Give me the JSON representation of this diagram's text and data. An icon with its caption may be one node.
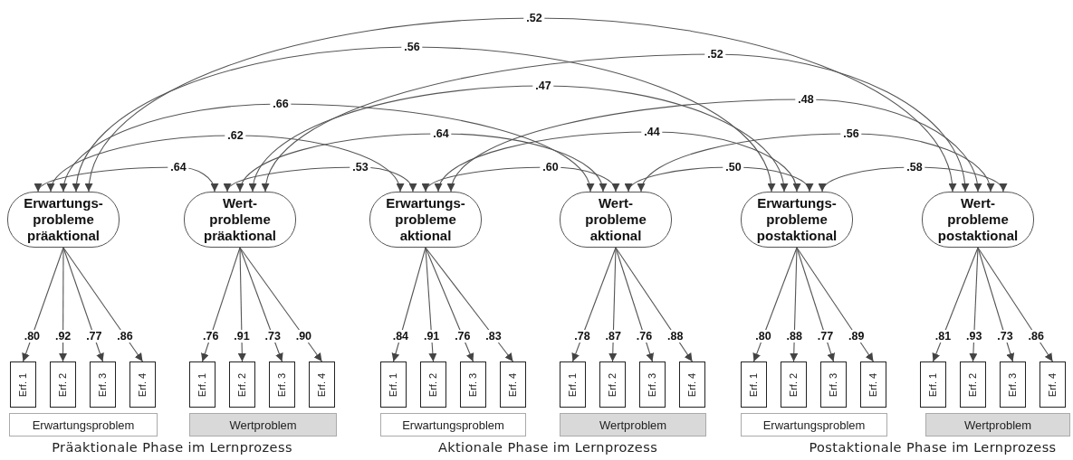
{
  "diagram": {
    "nodes": [
      {
        "text": [
          "Erwartungs- probleme präaktional"
        ]
      },
      {
        "text": [
          "Wert- probleme präaktional"
        ]
      },
      {
        "text": [
          "Erwartungs- probleme aktional"
        ]
      },
      {
        "text": [
          "Wert- probleme aktional"
        ]
      },
      {
        "text": [
          "Erwartungs- probleme postaktional"
        ]
      },
      {
        "text": [
          "Wert- probleme postaktional"
        ]
      },
      {
        "text": [
          "Erf. 1"
        ]
      },
      {
        "text": [
          "Erf. 2"
        ]
      },
      {
        "text": [
          "Erf. 3"
        ]
      },
      {
        "text": [
          "Erf. 4"
        ]
      },
      {
        "text": [
          "Erf. 1"
        ]
      },
      {
        "text": [
          "Erf. 2"
        ]
      },
      {
        "text": [
          "Erf. 3"
        ]
      },
      {
        "text": [
          "Erf. 4"
        ]
      },
      {
        "text": [
          "Erf. 1"
        ]
      },
      {
        "text": [
          "Erf. 2"
        ]
      },
      {
        "text": [
          "Erf. 3"
        ]
      },
      {
        "text": [
          "Erf. 4"
        ]
      },
      {
        "text": [
          "Erf. 1"
        ]
      },
      {
        "text": [
          "Erf. 2"
        ]
      },
      {
        "text": [
          "Erf. 3"
        ]
      },
      {
        "text": [
          "Erf. 4"
        ]
      },
      {
        "text": [
          "Erf. 1"
        ]
      },
      {
        "text": [
          "Erf. 2"
        ]
      },
      {
        "text": [
          "Erf. 3"
        ]
      },
      {
        "text": [
          "Erf. 4"
        ]
      },
      {
        "text": [
          "Erf. 1"
        ]
      },
      {
        "text": [
          "Erf. 2"
        ]
      },
      {
        "text": [
          "Erf. 3"
        ]
      },
      {
        "text": [
          "Erf. 4"
        ]
      },
      {
        "text": [
          "Erwartungsproblem"
        ]
      },
      {
        "text": [
          "Wertproblem"
        ]
      },
      {
        "text": [
          "Erwartungsproblem"
        ]
      },
      {
        "text": [
          "Wertproblem"
        ]
      },
      {
        "text": [
          "Erwartungsproblem"
        ]
      },
      {
        "text": [
          "Wertproblem"
        ]
      }
    ],
    "edges": [
      {
        "from": 0,
        "to": 5,
        "arrow": "both",
        "label": ".52"
      },
      {
        "from": 0,
        "to": 4,
        "arrow": "both",
        "label": ".56"
      },
      {
        "from": 1,
        "to": 5,
        "arrow": "both",
        "label": ".52"
      },
      {
        "from": 0,
        "to": 3,
        "arrow": "both",
        "label": ".66"
      },
      {
        "from": 1,
        "to": 4,
        "arrow": "both",
        "label": ".47"
      },
      {
        "from": 2,
        "to": 5,
        "arrow": "both",
        "label": ".48"
      },
      {
        "from": 0,
        "to": 2,
        "arrow": "both",
        "label": ".62"
      },
      {
        "from": 1,
        "to": 3,
        "arrow": "both",
        "label": ".64"
      },
      {
        "from": 2,
        "to": 4,
        "arrow": "both",
        "label": ".44"
      },
      {
        "from": 3,
        "to": 5,
        "arrow": "both",
        "label": ".56"
      },
      {
        "from": 0,
        "to": 1,
        "arrow": "both",
        "label": ".64"
      },
      {
        "from": 1,
        "to": 2,
        "arrow": "both",
        "label": ".53"
      },
      {
        "from": 2,
        "to": 3,
        "arrow": "both",
        "label": ".60"
      },
      {
        "from": 3,
        "to": 4,
        "arrow": "both",
        "label": ".50"
      },
      {
        "from": 4,
        "to": 5,
        "arrow": "both",
        "label": ".58"
      },
      {
        "from": 0,
        "to": 6,
        "arrow": "to",
        "label": ".80"
      },
      {
        "from": 0,
        "to": 7,
        "arrow": "to",
        "label": ".92"
      },
      {
        "from": 0,
        "to": 8,
        "arrow": "to",
        "label": ".77"
      },
      {
        "from": 0,
        "to": 9,
        "arrow": "to",
        "label": ".86"
      },
      {
        "from": 1,
        "to": 10,
        "arrow": "to",
        "label": ".76"
      },
      {
        "from": 1,
        "to": 11,
        "arrow": "to",
        "label": ".91"
      },
      {
        "from": 1,
        "to": 12,
        "arrow": "to",
        "label": ".73"
      },
      {
        "from": 1,
        "to": 13,
        "arrow": "to",
        "label": ".90"
      },
      {
        "from": 2,
        "to": 14,
        "arrow": "to",
        "label": ".84"
      },
      {
        "from": 2,
        "to": 15,
        "arrow": "to",
        "label": ".91"
      },
      {
        "from": 2,
        "to": 16,
        "arrow": "to",
        "label": ".76"
      },
      {
        "from": 2,
        "to": 17,
        "arrow": "to",
        "label": ".83"
      },
      {
        "from": 3,
        "to": 18,
        "arrow": "to",
        "label": ".78"
      },
      {
        "from": 3,
        "to": 19,
        "arrow": "to",
        "label": ".87"
      },
      {
        "from": 3,
        "to": 20,
        "arrow": "to",
        "label": ".76"
      },
      {
        "from": 3,
        "to": 21,
        "arrow": "to",
        "label": ".88"
      },
      {
        "from": 4,
        "to": 22,
        "arrow": "to",
        "label": ".80"
      },
      {
        "from": 4,
        "to": 23,
        "arrow": "to",
        "label": ".88"
      },
      {
        "from": 4,
        "to": 24,
        "arrow": "to",
        "label": ".77"
      },
      {
        "from": 4,
        "to": 25,
        "arrow": "to",
        "label": ".89"
      },
      {
        "from": 5,
        "to": 26,
        "arrow": "to",
        "label": ".81"
      },
      {
        "from": 5,
        "to": 27,
        "arrow": "to",
        "label": ".93"
      },
      {
        "from": 5,
        "to": 28,
        "arrow": "to",
        "label": ".73"
      },
      {
        "from": 5,
        "to": 29,
        "arrow": "to",
        "label": ".86"
      }
    ],
    "labels": [
      "Präaktionale Phase im Lernprozess",
      "Aktionale Phase im Lernprozess",
      "Postaktionale Phase im Lernprozess"
    ]
  }
}
